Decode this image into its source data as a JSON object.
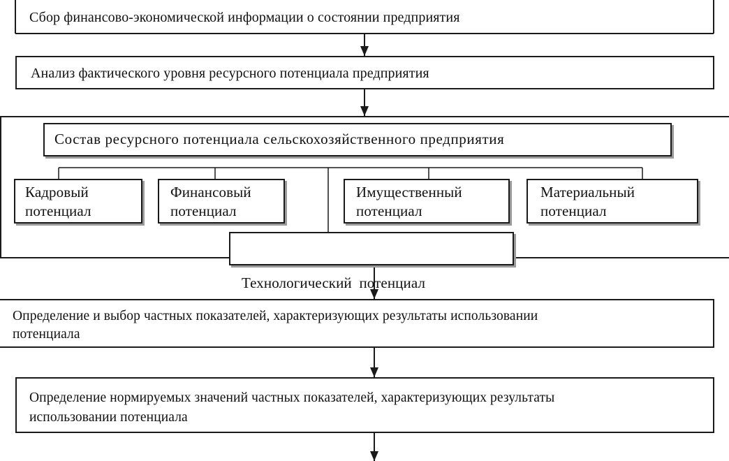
{
  "diagram": {
    "steps": [
      {
        "id": "step1",
        "text": "Сбор финансово-экономической информации о состоянии предприятия"
      },
      {
        "id": "step2",
        "text": "Анализ фактического уровня ресурсного потенциала предприятия"
      }
    ],
    "composition": {
      "title": "Состав ресурсного потенциала сельскохозяйственного предприятия",
      "components": [
        {
          "id": "personnel",
          "line1": "Кадровый",
          "line2": "потенциал"
        },
        {
          "id": "financial",
          "line1": "Финансовый",
          "line2": "потенциал"
        },
        {
          "id": "property",
          "line1": "Имущественный",
          "line2": "потенциал"
        },
        {
          "id": "material",
          "line1": "Материальный",
          "line2": "потенциал"
        }
      ],
      "technological": "Технологический  потенциал"
    },
    "lower_steps": [
      {
        "id": "step3",
        "line1": "Определение и выбор частных показателей, характеризующих результаты использовании",
        "line2": "потенциала"
      },
      {
        "id": "step4",
        "line1": "Определение нормируемых значений частных  показателей, характеризующих результаты",
        "line2": "использовании потенциала"
      }
    ]
  }
}
